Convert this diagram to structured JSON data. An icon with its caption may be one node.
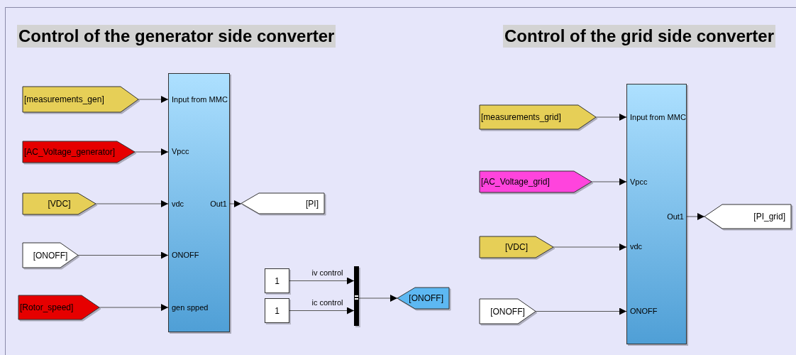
{
  "diagram": {
    "nodes": [
      {
        "text": [
          "[measurements_gen]"
        ]
      },
      {
        "text": [
          "[AC_Voltage_generator]"
        ]
      },
      {
        "text": [
          "[VDC]"
        ]
      },
      {
        "text": [
          "[ONOFF]"
        ]
      },
      {
        "text": [
          "[Rotor_speed]"
        ]
      },
      {
        "text": [
          "Input from MMC",
          "Vpcc",
          "vdc",
          "ONOFF",
          "gen spped",
          "Out1"
        ]
      },
      {
        "text": [
          "[PI]"
        ]
      },
      {
        "text": [
          "1"
        ]
      },
      {
        "text": [
          "1"
        ]
      },
      {
        "text": [],
        "shape": "bar"
      },
      {
        "text": [
          "[ONOFF]"
        ]
      },
      {
        "text": [
          "[measurements_grid]"
        ]
      },
      {
        "text": [
          "[AC_Voltage_grid]"
        ]
      },
      {
        "text": [
          "[VDC]"
        ]
      },
      {
        "text": [
          "[ONOFF]"
        ]
      },
      {
        "text": [
          "Input from MMC",
          "Vpcc",
          "vdc",
          "ONOFF",
          "Out1"
        ]
      },
      {
        "text": [
          "[PI_grid]"
        ]
      }
    ],
    "edges": [
      {
        "from": 0,
        "to": 5,
        "arrow": "to"
      },
      {
        "from": 1,
        "to": 5,
        "arrow": "to"
      },
      {
        "from": 2,
        "to": 5,
        "arrow": "to"
      },
      {
        "from": 3,
        "to": 5,
        "arrow": "to"
      },
      {
        "from": 4,
        "to": 5,
        "arrow": "to"
      },
      {
        "from": 5,
        "to": 6,
        "arrow": "to"
      },
      {
        "from": 7,
        "to": 9,
        "arrow": "to",
        "label": "iv control"
      },
      {
        "from": 8,
        "to": 9,
        "arrow": "to",
        "label": "ic control"
      },
      {
        "from": 9,
        "to": 10,
        "arrow": "to"
      },
      {
        "from": 11,
        "to": 15,
        "arrow": "to"
      },
      {
        "from": 12,
        "to": 15,
        "arrow": "to"
      },
      {
        "from": 13,
        "to": 15,
        "arrow": "to"
      },
      {
        "from": 14,
        "to": 15,
        "arrow": "to"
      },
      {
        "from": 15,
        "to": 16,
        "arrow": "to"
      }
    ],
    "labels": [
      "Control of the generator side converter",
      "Control of the grid side converter"
    ]
  }
}
